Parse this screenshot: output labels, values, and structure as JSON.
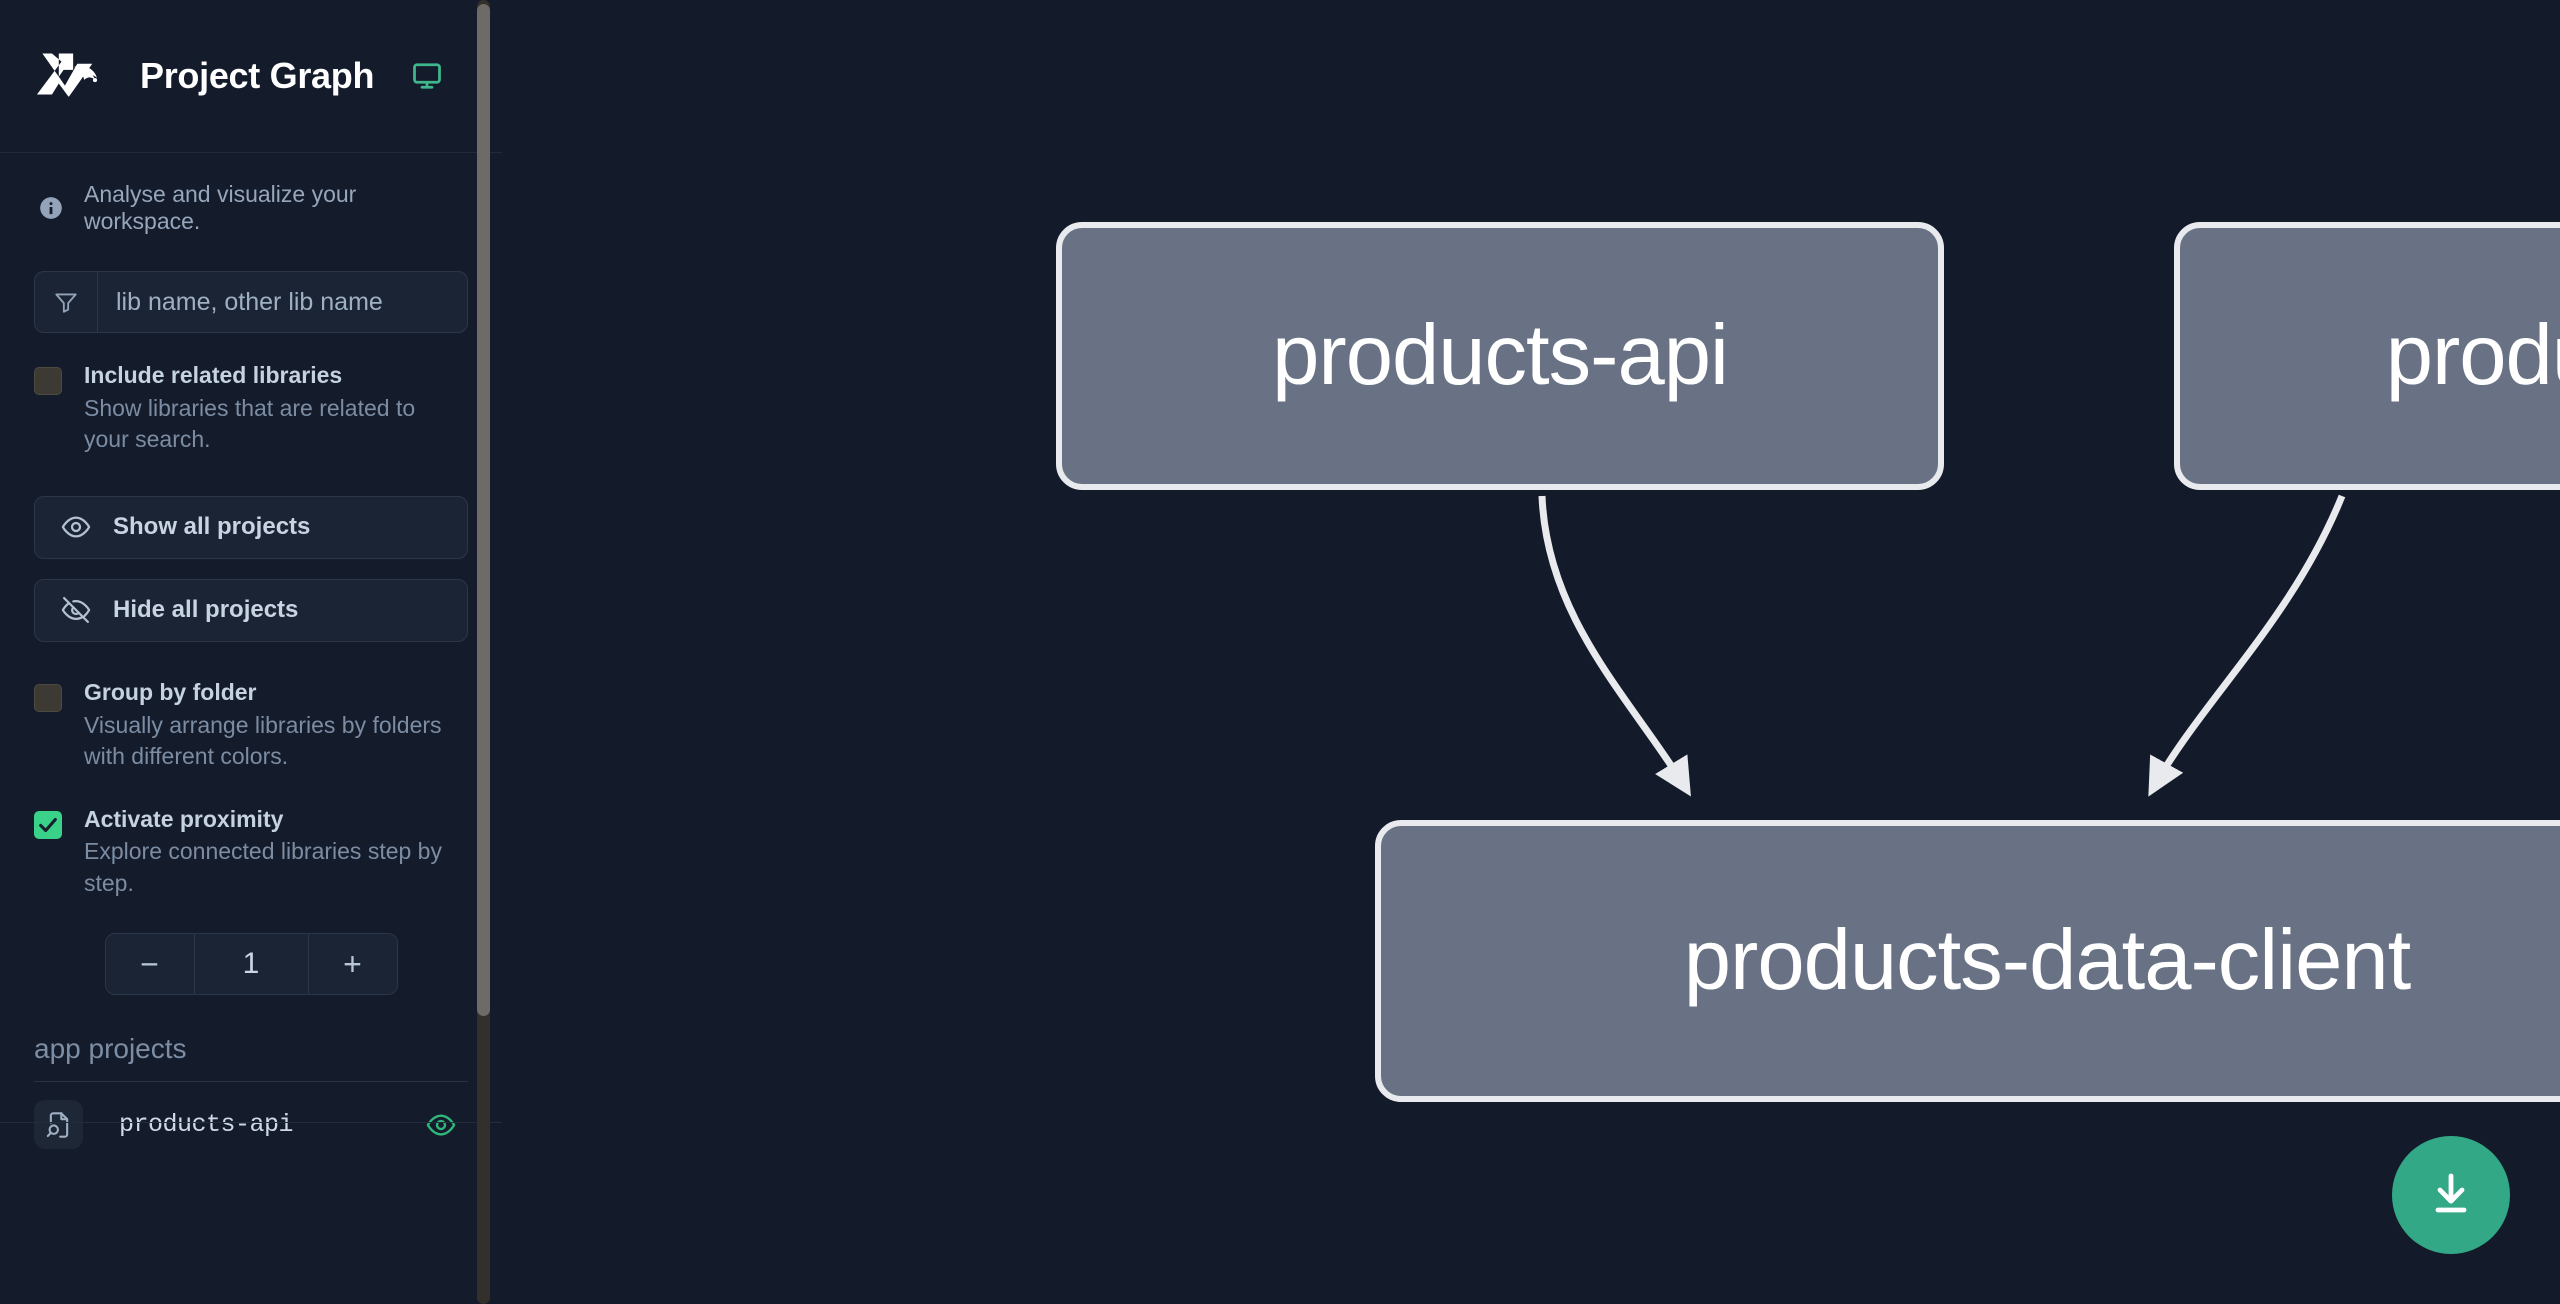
{
  "header": {
    "logo_name": "nx-logo",
    "title": "Project Graph",
    "monitor_icon": "monitor-icon",
    "monitor_color": "#3fb68b"
  },
  "sidebar": {
    "tagline": "Analyse and visualize your workspace.",
    "tagline_icon": "info-icon",
    "search": {
      "icon": "filter-icon",
      "placeholder": "lib name, other lib name",
      "value": ""
    },
    "options": [
      {
        "id": "include-related-libraries",
        "label": "Include related libraries",
        "description": "Show libraries that are related to your search.",
        "checked": false
      },
      {
        "id": "group-by-folder",
        "label": "Group by folder",
        "description": "Visually arrange libraries by folders with different colors.",
        "checked": false
      },
      {
        "id": "activate-proximity",
        "label": "Activate proximity",
        "description": "Explore connected libraries step by step.",
        "checked": true
      }
    ],
    "buttons": [
      {
        "id": "show-all-projects",
        "label": "Show all projects",
        "icon": "eye-icon"
      },
      {
        "id": "hide-all-projects",
        "label": "Hide all projects",
        "icon": "eye-slash-icon"
      }
    ],
    "stepper": {
      "decrement_label": "−",
      "value": "1",
      "increment_label": "+"
    },
    "projects_section": {
      "title": "app projects",
      "items": [
        {
          "name": "products-api",
          "icon": "project-file-icon",
          "visibility_icon": "eye-icon",
          "visible": true
        }
      ]
    },
    "scrollbar": {
      "name": "sidebar-scrollbar"
    }
  },
  "graph": {
    "nodes": [
      {
        "id": "products-api",
        "label": "products-api"
      },
      {
        "id": "products-cli",
        "label": "products-cli"
      },
      {
        "id": "products-data-client",
        "label": "products-data-client"
      }
    ],
    "edges": [
      {
        "from": "products-api",
        "to": "products-data-client"
      },
      {
        "from": "products-cli",
        "to": "products-data-client"
      }
    ],
    "download_button": {
      "icon": "download-icon",
      "color": "#32a886"
    }
  },
  "colors": {
    "sidebar_bg": "#141c2c",
    "graph_bg": "#131b2a",
    "node_fill": "#687284",
    "node_border": "#e8eaee",
    "accent_green": "#3ad289"
  }
}
